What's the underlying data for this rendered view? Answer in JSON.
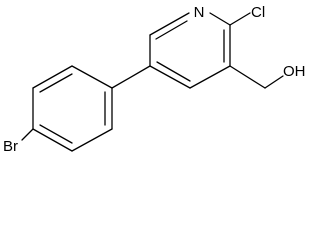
{
  "molecule": {
    "atoms": {
      "nitrogen": "N",
      "chlorine": "Cl",
      "hydroxyl": "OH",
      "bromine": "Br"
    }
  }
}
